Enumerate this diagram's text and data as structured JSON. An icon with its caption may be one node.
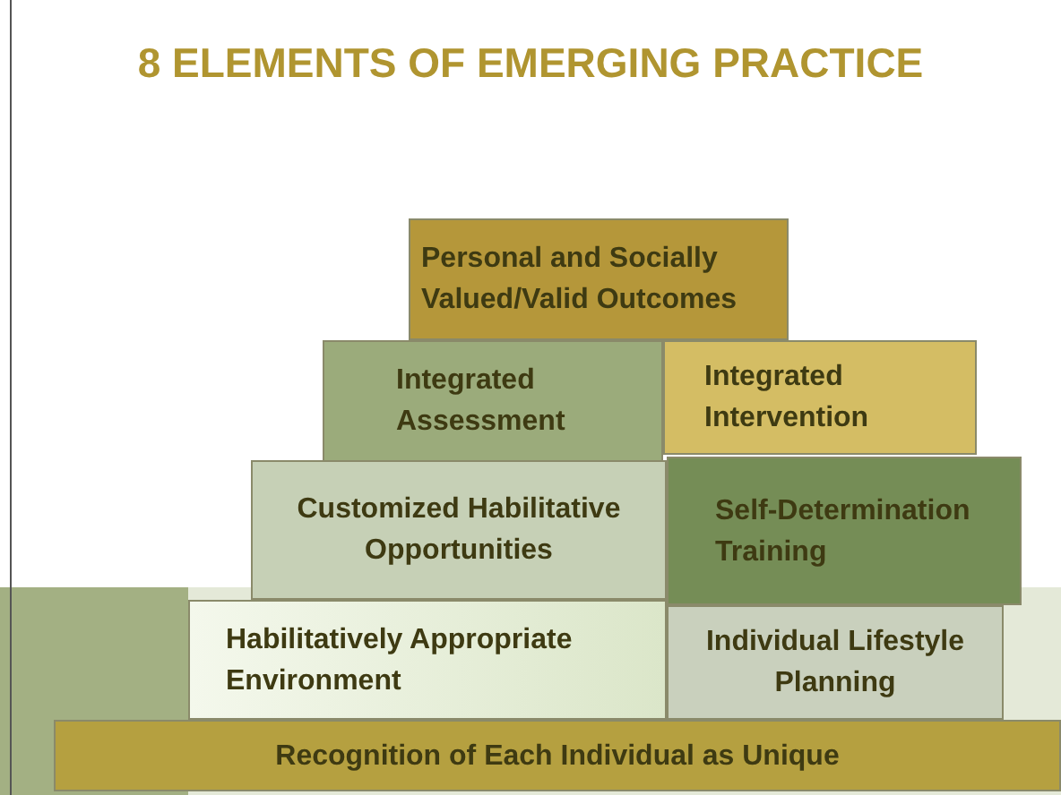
{
  "diagram": {
    "title": "8 ELEMENTS OF EMERGING PRACTICE",
    "nodes": [
      {
        "text": [
          "Personal and Socially Valued/Valid Outcomes"
        ]
      },
      {
        "text": [
          "Integrated Assessment"
        ]
      },
      {
        "text": [
          "Integrated Intervention"
        ]
      },
      {
        "text": [
          "Customized Habilitative Opportunities"
        ]
      },
      {
        "text": [
          "Self-Determination Training"
        ]
      },
      {
        "text": [
          "Habilitatively Appropriate Environment"
        ]
      },
      {
        "text": [
          "Individual Lifestyle Planning"
        ]
      },
      {
        "text": [
          "Recognition of Each Individual as Unique"
        ]
      }
    ],
    "edges": []
  }
}
